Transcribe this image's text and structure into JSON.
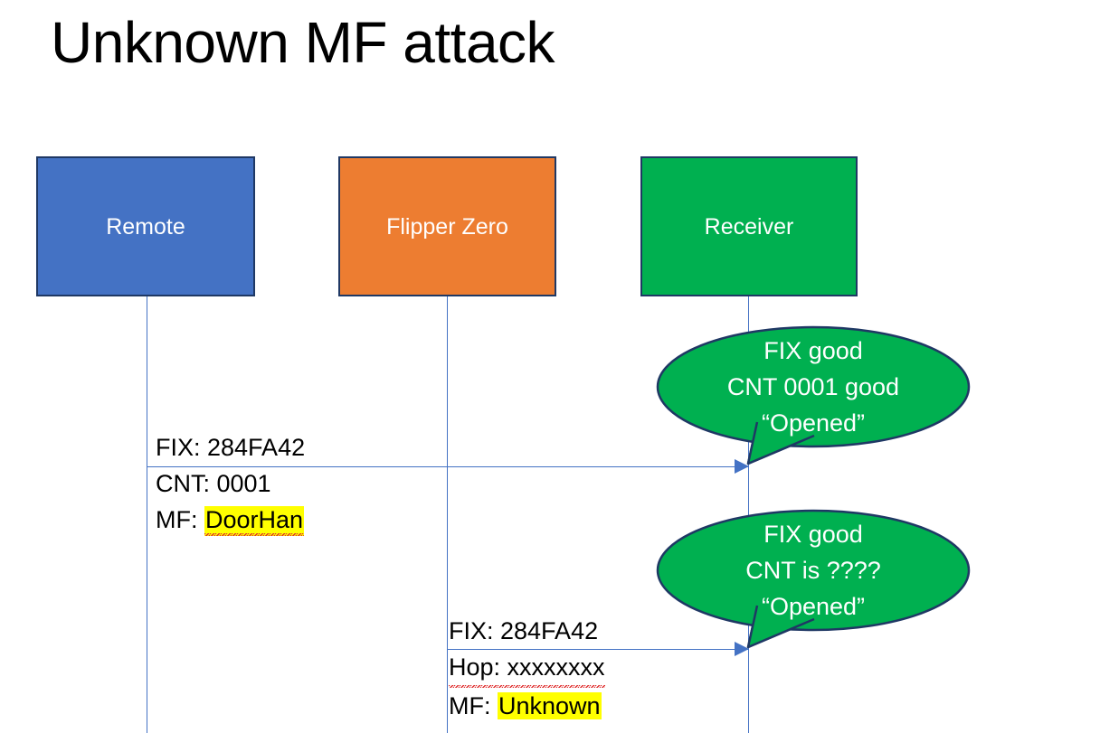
{
  "slide": {
    "title": "Unknown MF attack",
    "background": "#FFFFFF"
  },
  "colors": {
    "remote_fill": "#4472C4",
    "flipper_fill": "#ED7D31",
    "receiver_fill": "#00B050",
    "box_border": "#1F3864",
    "lifeline": "#4472C4",
    "arrow": "#4472C4",
    "callout_fill": "#00B050",
    "callout_border": "#1F3864",
    "highlight": "#FFFF00",
    "text_dark": "#000000",
    "text_light": "#FFFFFF"
  },
  "actors": [
    {
      "id": "remote",
      "label": "Remote"
    },
    {
      "id": "flipper",
      "label": "Flipper Zero"
    },
    {
      "id": "receiver",
      "label": "Receiver"
    }
  ],
  "messages": [
    {
      "id": "msg-remote-to-receiver",
      "from": "remote",
      "to": "receiver",
      "lines": [
        {
          "text": "FIX: 284FA42",
          "highlight": false,
          "spellcheck_underline": false
        },
        {
          "text": "CNT: 0001",
          "highlight": false,
          "spellcheck_underline": false
        }
      ],
      "label_prefix": "MF: ",
      "label_value": "DoorHan",
      "label_highlight": true,
      "label_spellcheck_underline": true
    },
    {
      "id": "msg-flipper-to-receiver",
      "from": "flipper",
      "to": "receiver",
      "lines": [
        {
          "text": "FIX: 284FA42",
          "highlight": false,
          "spellcheck_underline": false
        },
        {
          "text": "Hop: xxxxxxxx",
          "highlight": false,
          "spellcheck_underline": true
        }
      ],
      "label_prefix": "MF: ",
      "label_value": "Unknown",
      "label_highlight": true,
      "label_spellcheck_underline": false
    }
  ],
  "callouts": [
    {
      "id": "callout-valid",
      "lines": [
        "FIX good",
        "CNT 0001 good",
        "“Opened”"
      ]
    },
    {
      "id": "callout-unknown",
      "lines": [
        "FIX good",
        "CNT is ????",
        "“Opened”"
      ]
    }
  ]
}
